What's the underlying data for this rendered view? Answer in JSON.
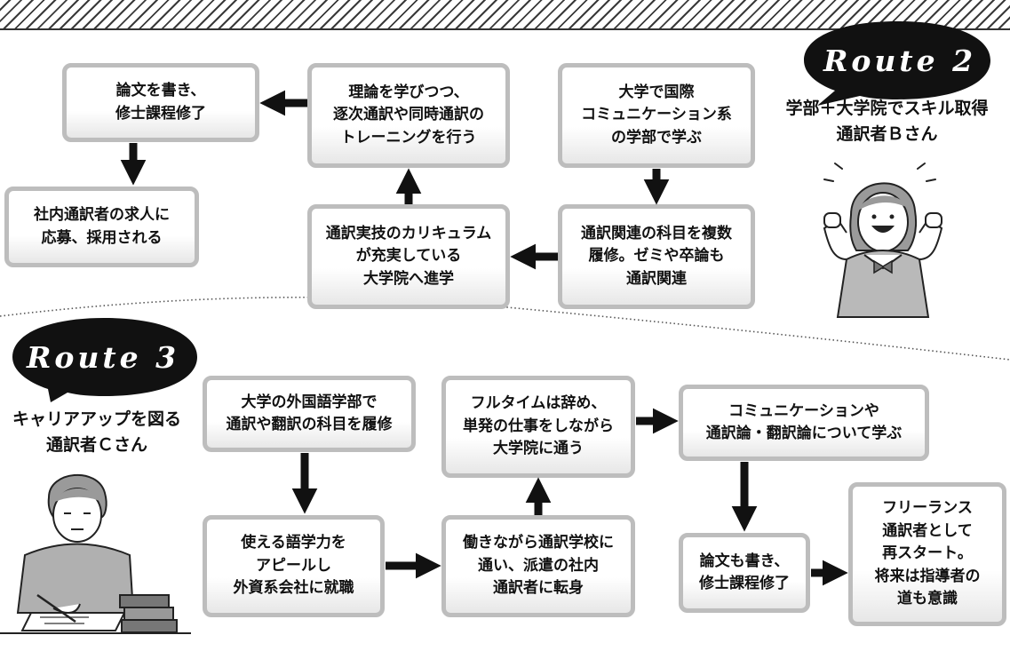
{
  "route2": {
    "badge": "Route 2",
    "caption": "学部＋大学院でスキル取得\n通訳者Ｂさん",
    "steps": [
      "大学で国際\nコミュニケーション系\nの学部で学ぶ",
      "通訳関連の科目を複数\n履修。ゼミや卒論も\n通訳関連",
      "通訳実技のカリキュラム\nが充実している\n大学院へ進学",
      "理論を学びつつ、\n逐次通訳や同時通訳の\nトレーニングを行う",
      "論文を書き、\n修士課程修了",
      "社内通訳者の求人に\n応募、採用される"
    ]
  },
  "route3": {
    "badge": "Route 3",
    "caption": "キャリアアップを図る\n通訳者Ｃさん",
    "steps": [
      "大学の外国語学部で\n通訳や翻訳の科目を履修",
      "使える語学力を\nアピールし\n外資系会社に就職",
      "働きながら通訳学校に\n通い、派遣の社内\n通訳者に転身",
      "フルタイムは辞め、\n単発の仕事をしながら\n大学院に通う",
      "コミュニケーションや\n通訳論・翻訳論について学ぶ",
      "論文も書き、\n修士課程修了",
      "フリーランス\n通訳者として\n再スタート。\n将来は指導者の\n道も意識"
    ]
  }
}
